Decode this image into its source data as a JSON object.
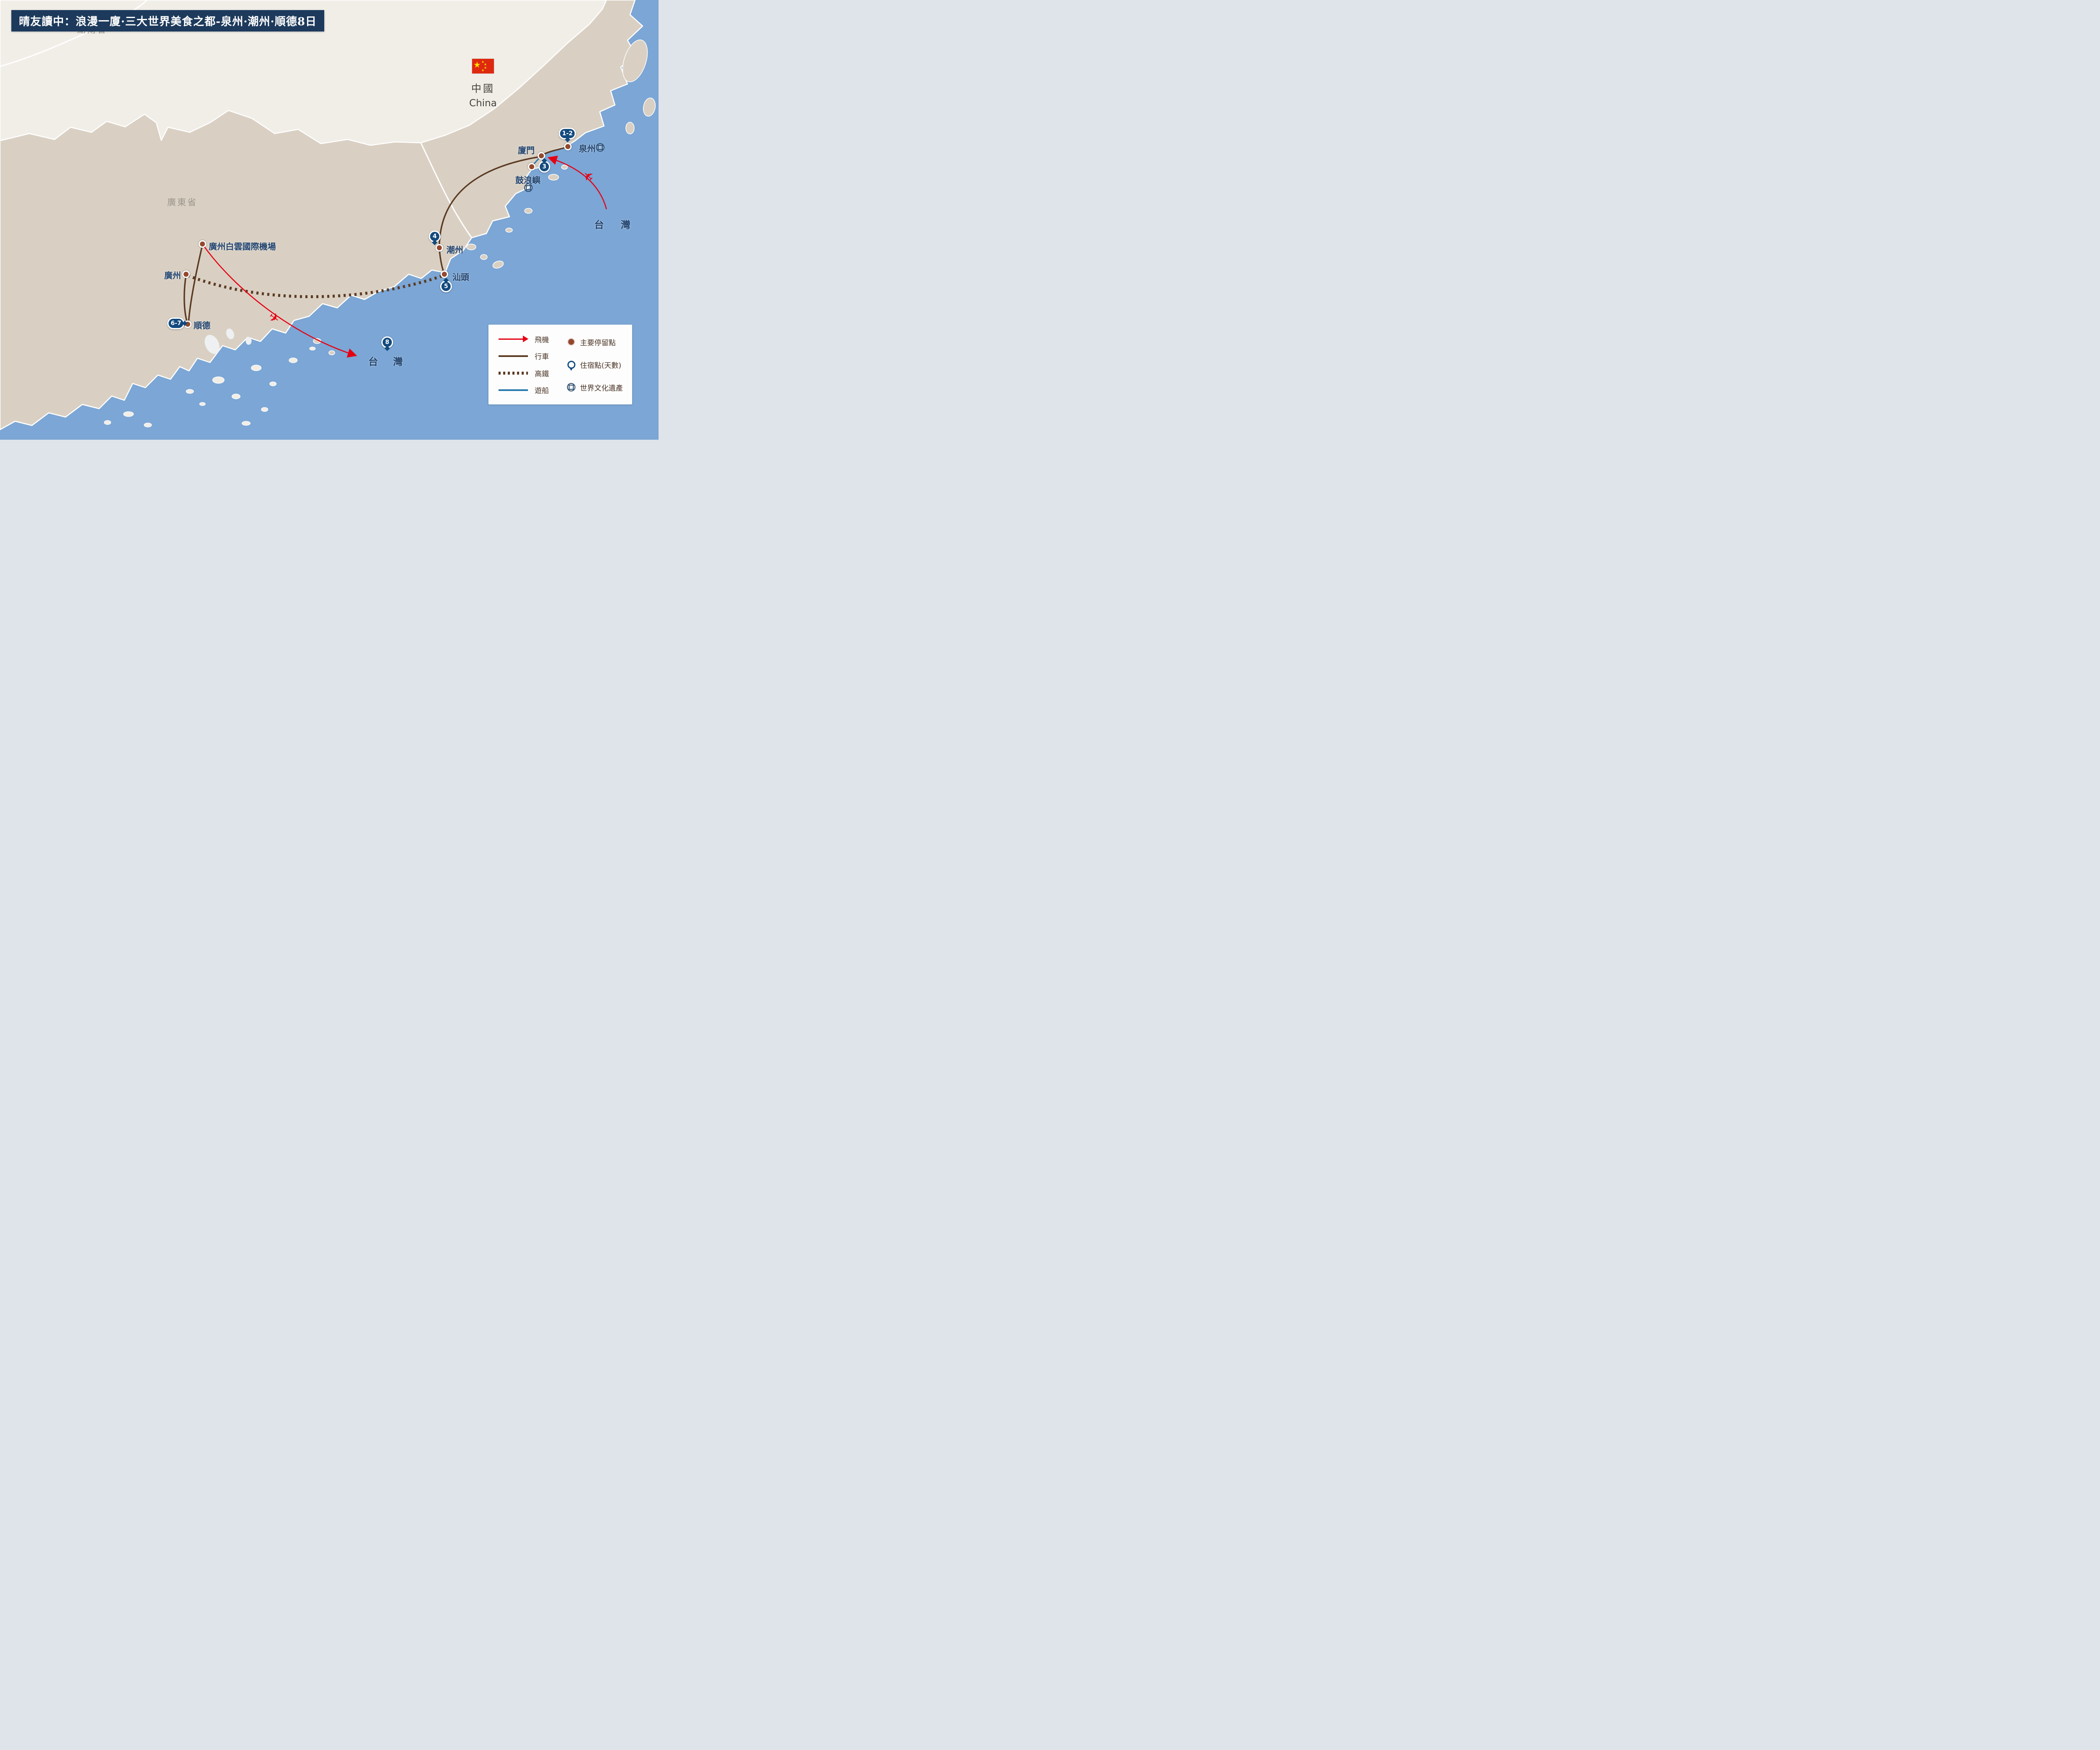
{
  "header": {
    "title": "晴友讀中：浪漫一廈·三大世界美食之都-泉州·潮州·順德8日"
  },
  "map": {
    "country": {
      "name_zh": "中國",
      "name_en": "China"
    },
    "provinces": [
      {
        "name": "湖南省"
      },
      {
        "name": "廣東省"
      }
    ],
    "locations": [
      {
        "id": "quanzhou",
        "label": "泉州",
        "badge": "1-2",
        "heritage": true
      },
      {
        "id": "xiamen",
        "label": "廈門",
        "badge": "3",
        "heritage": false
      },
      {
        "id": "gulangyu",
        "label": "鼓浪嶼",
        "badge": "",
        "heritage": true
      },
      {
        "id": "chaozhou",
        "label": "潮州",
        "badge": "4",
        "heritage": false
      },
      {
        "id": "shantou",
        "label": "汕頭",
        "badge": "5",
        "heritage": false
      },
      {
        "id": "guangzhou-airport",
        "label": "廣州白雲國際機場",
        "badge": "",
        "heritage": false
      },
      {
        "id": "guangzhou",
        "label": "廣州",
        "badge": "",
        "heritage": false
      },
      {
        "id": "shunde",
        "label": "順德",
        "badge": "6-7",
        "heritage": false
      },
      {
        "id": "taiwan-south",
        "label": "台灣",
        "badge": "8",
        "heritage": false
      },
      {
        "id": "taiwan-east",
        "label": "台灣",
        "badge": "",
        "heritage": false
      }
    ],
    "routes": [
      {
        "from": "台灣",
        "to": "廈門",
        "type": "flight"
      },
      {
        "from": "泉州",
        "to": "廈門",
        "type": "drive"
      },
      {
        "from": "廈門",
        "to": "潮州",
        "type": "drive"
      },
      {
        "from": "潮州",
        "to": "汕頭",
        "type": "drive"
      },
      {
        "from": "廣州",
        "to": "汕頭",
        "type": "rail"
      },
      {
        "from": "廣州",
        "to": "順德",
        "type": "drive"
      },
      {
        "from": "廣州白雲國際機場",
        "to": "順德",
        "type": "drive"
      },
      {
        "from": "廣州白雲國際機場",
        "to": "台灣",
        "type": "flight"
      },
      {
        "from": "廈門",
        "to": "鼓浪嶼",
        "type": "cruise"
      }
    ]
  },
  "legend": {
    "route_items": [
      {
        "label": "飛機",
        "type": "flight"
      },
      {
        "label": "行車",
        "type": "drive"
      },
      {
        "label": "高鐵",
        "type": "rail"
      },
      {
        "label": "遊船",
        "type": "cruise"
      }
    ],
    "marker_items": [
      {
        "label": "主要停留點",
        "type": "stop"
      },
      {
        "label": "住宿點(天數)",
        "type": "stay"
      },
      {
        "label": "世界文化遺產",
        "type": "heritage"
      }
    ]
  },
  "icons": {
    "plane_glyph": "✈",
    "star_glyph": "★"
  },
  "colors": {
    "sea": "#7ba6d5",
    "land": "#f1eee8",
    "province_highlight": "#d9d0c3",
    "title_bg": "#1d3a5c",
    "route_drive": "#5b3a22",
    "route_flight": "#e60013",
    "route_cruise": "#2779ad",
    "stop_dot": "#94492e",
    "badge_blue": "#134a7e",
    "label_navy": "#24456f",
    "flag_red": "#de2910",
    "flag_yellow": "#ffde00"
  }
}
